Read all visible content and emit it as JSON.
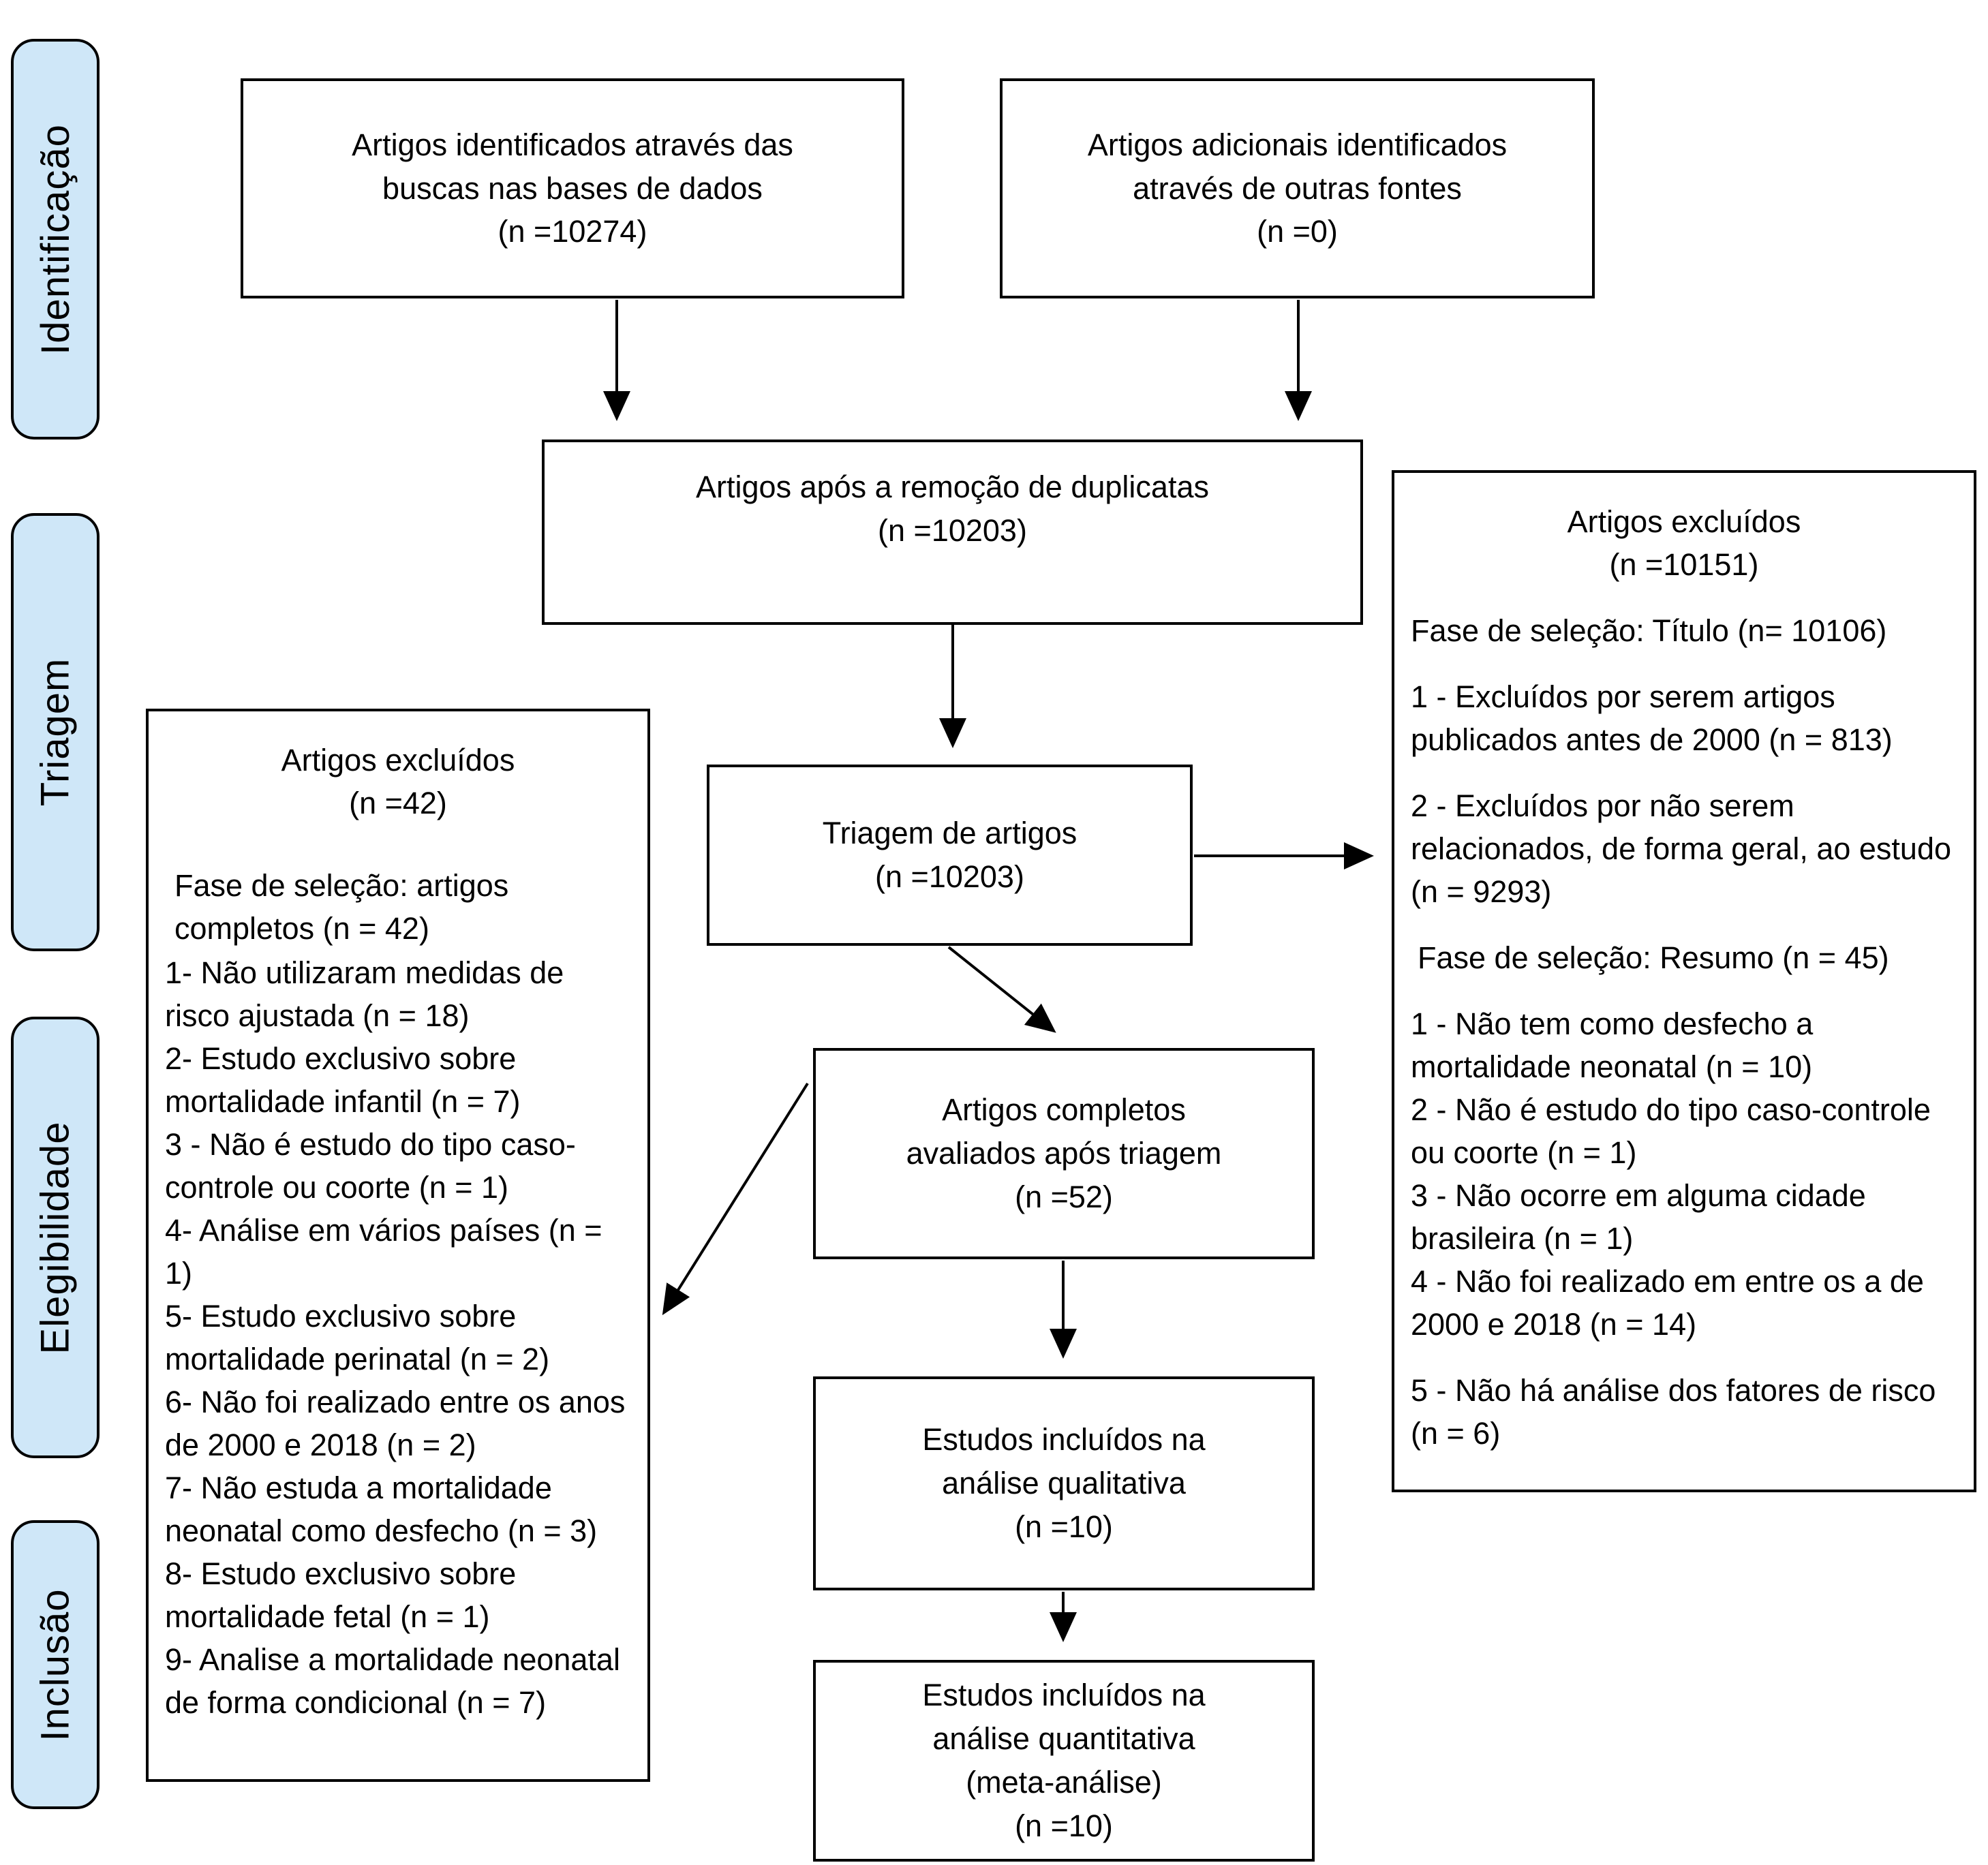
{
  "sidebar": {
    "labels": [
      "Identificação",
      "Triagem",
      "Elegibilidade",
      "Inclusão"
    ]
  },
  "boxes": {
    "identified": {
      "text": "Artigos identificados através das\nbuscas nas bases de dados\n(n =10274)"
    },
    "additional": {
      "text": "Artigos adicionais identificados\natravés de outras fontes\n(n =0)"
    },
    "deduplicated": {
      "text": "Artigos após a remoção de duplicatas\n(n =10203)"
    },
    "screening": {
      "text": "Triagem de artigos\n(n =10203)"
    },
    "fulltext": {
      "text": "Artigos completos\navaliados após triagem\n(n =52)"
    },
    "qualitative": {
      "text": "Estudos incluídos na\nanálise qualitativa\n(n =10)"
    },
    "quantitative": {
      "text": "Estudos incluídos na\nanálise quantitativa\n(meta-análise)\n(n =10)"
    },
    "excluded_left": {
      "heading": "Artigos excluídos\n(n =42)",
      "phase": "Fase de seleção: artigos\ncompletos (n = 42)",
      "items": "1- Não utilizaram medidas de risco ajustada (n = 18)\n2- Estudo exclusivo sobre mortalidade infantil (n = 7)\n3 - Não é estudo do tipo caso-controle ou coorte (n = 1)\n4- Análise em vários países (n = 1)\n5- Estudo exclusivo sobre mortalidade perinatal (n = 2)\n6- Não foi realizado entre os anos de 2000 e 2018 (n = 2)\n7- Não estuda a mortalidade neonatal como desfecho (n = 3)\n8- Estudo exclusivo sobre mortalidade fetal (n = 1)\n9- Analise a mortalidade neonatal de forma condicional (n = 7)"
    },
    "excluded_right": {
      "heading": "Artigos excluídos\n(n =10151)",
      "title_phase": "Fase de seleção:  Título (n= 10106)",
      "title_items": [
        "1 - Excluídos por serem artigos publicados antes de 2000 (n = 813)",
        "2 - Excluídos por não serem relacionados, de forma geral, ao estudo (n = 9293)"
      ],
      "abstract_phase": "Fase de seleção: Resumo (n = 45)",
      "abstract_items": [
        "1 - Não tem como desfecho a mortalidade neonatal (n = 10)",
        "2 - Não é estudo do tipo caso-controle ou coorte (n = 1)",
        "3 - Não ocorre  em alguma cidade brasileira (n = 1)",
        "4 - Não foi realizado em entre os a de 2000 e 2018 (n = 14)"
      ],
      "last_item": "5 - Não há análise dos fatores de risco (n = 6)"
    }
  },
  "colors": {
    "rail_fill": "#cfe7f8",
    "line": "#000000",
    "background": "#ffffff"
  }
}
